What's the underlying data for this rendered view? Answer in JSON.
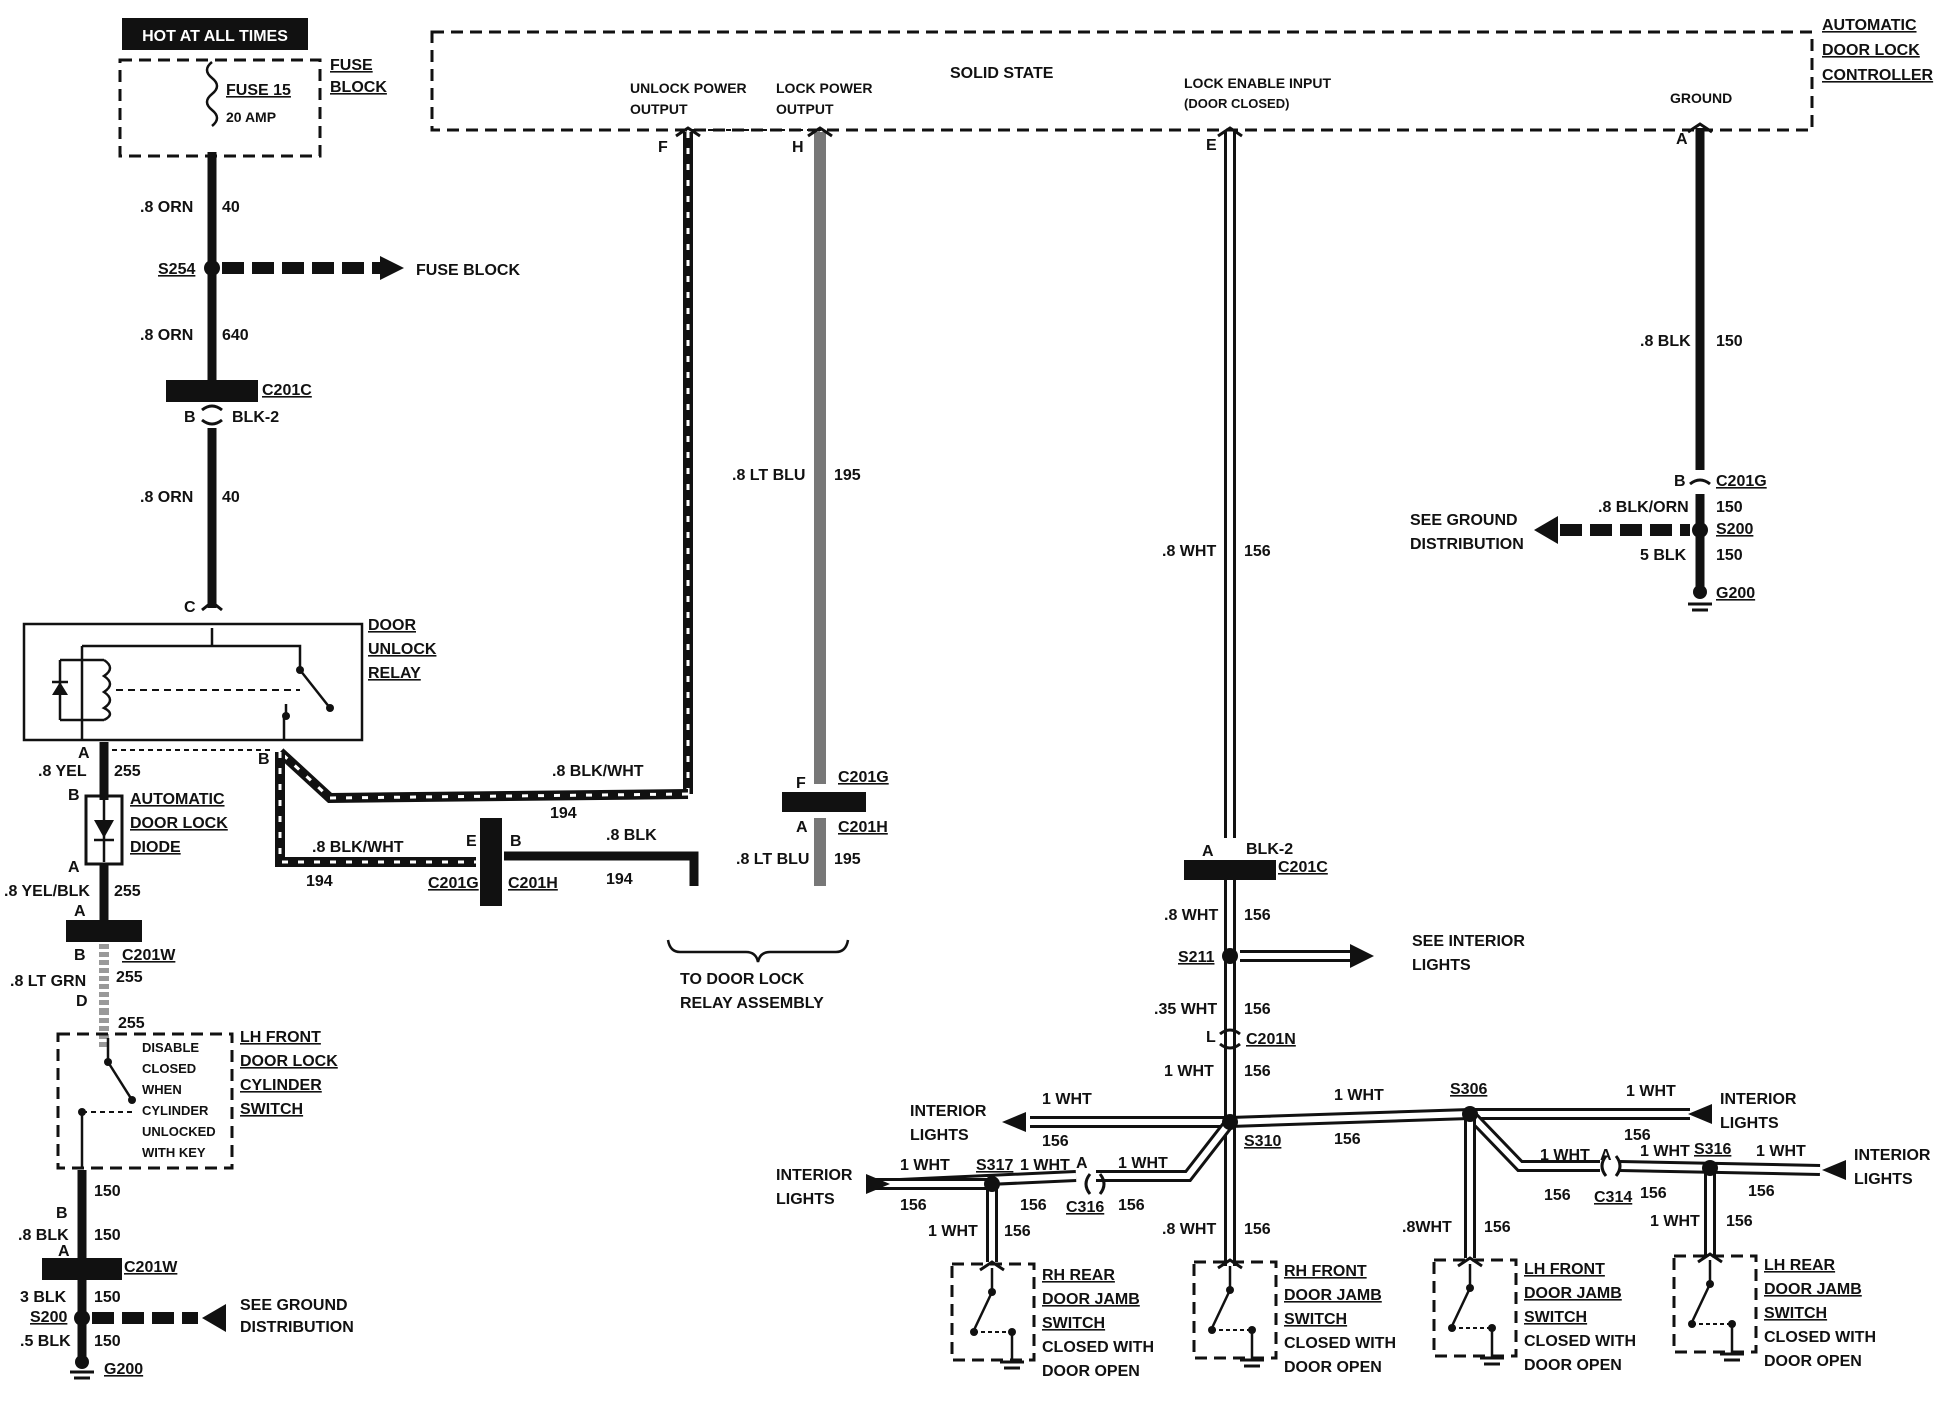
{
  "power": {
    "hot_at_all_times": "HOT AT ALL TIMES",
    "fuse_name": "FUSE 15",
    "fuse_rating": "20 AMP",
    "fuse_block_line1": "FUSE",
    "fuse_block_line2": "BLOCK"
  },
  "controller": {
    "solid_state": "SOLID STATE",
    "name_line1": "AUTOMATIC",
    "name_line2": "DOOR LOCK",
    "name_line3": "CONTROLLER",
    "unlock_power_line1": "UNLOCK POWER",
    "unlock_power_line2": "OUTPUT",
    "lock_power_line1": "LOCK POWER",
    "lock_power_line2": "OUTPUT",
    "lock_enable_line1": "LOCK ENABLE INPUT",
    "lock_enable_line2": "(DOOR CLOSED)",
    "ground": "GROUND",
    "pin_f": "F",
    "pin_h": "H",
    "pin_e": "E",
    "pin_a": "A"
  },
  "left_circuit": {
    "w1_label": ".8 ORN",
    "w1_num": "40",
    "s254": "S254",
    "to_fuse_block": "FUSE BLOCK",
    "w2_label": ".8 ORN",
    "w2_num": "640",
    "c201c": "C201C",
    "pin_b": "B",
    "blk2": "BLK-2",
    "w3_label": ".8 ORN",
    "w3_num": "40",
    "pin_c": "C",
    "relay_line1": "DOOR",
    "relay_line2": "UNLOCK",
    "relay_line3": "RELAY",
    "pin_a": "A",
    "pin_b2": "B",
    "w4_label": ".8 YEL",
    "w4_num": "255",
    "diode_pin_b": "B",
    "diode_line1": "AUTOMATIC",
    "diode_line2": "DOOR LOCK",
    "diode_line3": "DIODE",
    "diode_pin_a": "A",
    "w5_label": ".8 YEL/BLK",
    "w5_num": "255",
    "c201w_pin_a": "A",
    "c201w_pin_b": "B",
    "c201w": "C201W",
    "w6_label": ".8 LT GRN",
    "w6_num": "255",
    "pin_d": "D",
    "w6b_num": "255",
    "switch_text1": "DISABLE",
    "switch_text2": "CLOSED",
    "switch_text3": "WHEN",
    "switch_text4": "CYLINDER",
    "switch_text5": "UNLOCKED",
    "switch_text6": "WITH KEY",
    "switch_line1": "LH FRONT",
    "switch_line2": "DOOR LOCK",
    "switch_line3": "CYLINDER",
    "switch_line4": "SWITCH",
    "sw_pin_b": "B",
    "w7_num": "150",
    "w8_label": ".8 BLK",
    "w8_num": "150",
    "c201w2_pin_a": "A",
    "c201w2": "C201W",
    "w9_label": "3 BLK",
    "w9_num": "150",
    "s200": "S200",
    "see_ground1": "SEE GROUND",
    "see_ground2": "DISTRIBUTION",
    "w10_label": ".5 BLK",
    "w10_num": "150",
    "g200": "G200"
  },
  "middle_circuit": {
    "bw1_label": ".8 BLK/WHT",
    "bw1_num": "194",
    "bw2_label": ".8 BLK/WHT",
    "bw2_num": "194",
    "pin_e": "E",
    "pin_b": "B",
    "c201g": "C201G",
    "c201h": "C201H",
    "blk_label": ".8 BLK",
    "blk_num": "194",
    "blu_label": ".8 LT BLU",
    "blu_num": "195",
    "pin_f": "F",
    "c201g2": "C201G",
    "pin_a": "A",
    "c201h2": "C201H",
    "blu2_label": ".8 LT BLU",
    "blu2_num": "195",
    "to_relay1": "TO DOOR LOCK",
    "to_relay2": "RELAY ASSEMBLY"
  },
  "ground_circuit": {
    "w1_label": ".8 BLK",
    "w1_num": "150",
    "pin_b": "B",
    "c201g": "C201G",
    "w2_label": ".8 BLK/ORN",
    "w2_num": "150",
    "s200": "S200",
    "see_ground1": "SEE GROUND",
    "see_ground2": "DISTRIBUTION",
    "w3_label": "5 BLK",
    "w3_num": "150",
    "g200": "G200"
  },
  "door_circuit": {
    "w1_label": ".8 WHT",
    "w1_num": "156",
    "pin_a": "A",
    "blk2": "BLK-2",
    "c201c": "C201C",
    "w2_label": ".8 WHT",
    "w2_num": "156",
    "s211": "S211",
    "see_interior1": "SEE INTERIOR",
    "see_interior2": "LIGHTS",
    "w3_label": ".35 WHT",
    "w3_num": "156",
    "pin_l": "L",
    "c201n": "C201N",
    "w4_label": "1 WHT",
    "w4_num": "156",
    "interior_lights1": "INTERIOR",
    "interior_lights2": "LIGHTS",
    "s310": "S310",
    "s306": "S306",
    "s317": "S317",
    "s316": "S316",
    "c316": "C316",
    "c314": "C314",
    "pin_a_c316": "A",
    "pin_a_c314": "A",
    "wht_1": "1 WHT",
    "wht_08": ".8 WHT",
    "wht_08b": ".8WHT",
    "num_156": "156",
    "rh_rear1": "RH REAR",
    "rh_front1": "RH FRONT",
    "lh_front1": "LH FRONT",
    "lh_rear1": "LH REAR",
    "jamb_line2": "DOOR JAMB",
    "jamb_line3": "SWITCH",
    "jamb_line4": "CLOSED WITH",
    "jamb_line5": "DOOR OPEN"
  }
}
